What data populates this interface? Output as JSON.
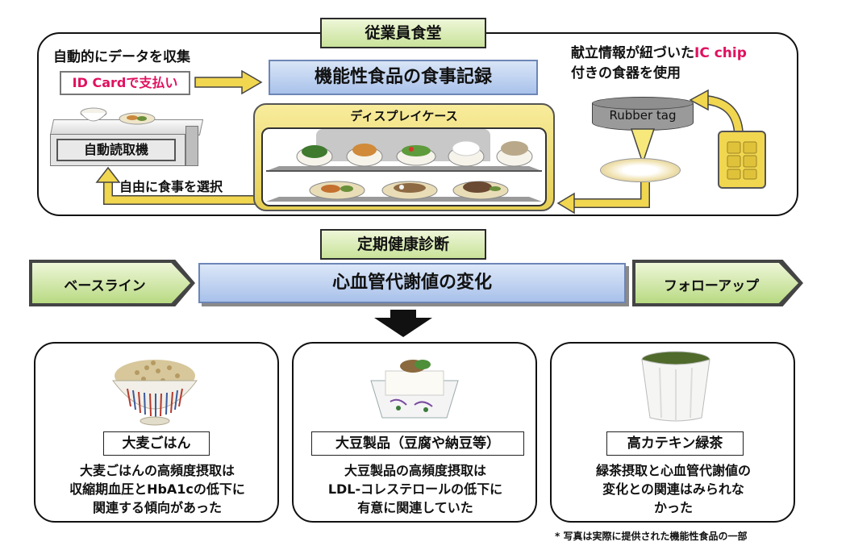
{
  "cafeteria": {
    "title": "従業員食堂",
    "auto_collect": "自動的にデータを収集",
    "id_card_pay": "ID Cardで支払い",
    "record_title": "機能性食品の食事記録",
    "ic_line1_prefix": "献立情報が紐づいた",
    "ic_line1_highlight": "IC chip",
    "ic_line2": "付きの食器を使用",
    "reader_label": "自動読取機",
    "free_select": "自由に食事を選択",
    "display_case": "ディスプレイケース",
    "rubber_tag": "Rubber tag"
  },
  "checkup": {
    "title": "定期健康診断",
    "baseline": "ベースライン",
    "cv_change": "心血管代謝値の変化",
    "followup": "フォローアップ"
  },
  "results": [
    {
      "food": "大麦ごはん",
      "line1": "大麦ごはんの高頻度摂取は",
      "line2": "収縮期血圧とHbA1cの低下に",
      "line3": "関連する傾向があった"
    },
    {
      "food": "大豆製品（豆腐や納豆等）",
      "line1": "大豆製品の高頻度摂取は",
      "line2": "LDL-コレステロールの低下に",
      "line3": "有意に関連していた"
    },
    {
      "food": "高カテキン緑茶",
      "line1": "緑茶摂取と心血管代謝値の",
      "line2": "変化との関連はみられな",
      "line3": "かった"
    }
  ],
  "footnote": "* 写真は実際に提供された機能性食品の一部",
  "colors": {
    "green_label": "#c9e39a",
    "blue_box": "#a9c2ea",
    "highlight": "#e0115f",
    "arrow_yellow": "#f1d650",
    "case_gold": "#e6cf55"
  },
  "icons": [
    "rice-bowl-icon",
    "tray-plate-icon",
    "food-dish-icon",
    "rubber-tag-icon",
    "ic-chip-icon",
    "down-arrow-icon",
    "barley-rice-icon",
    "tofu-icon",
    "green-tea-icon"
  ]
}
